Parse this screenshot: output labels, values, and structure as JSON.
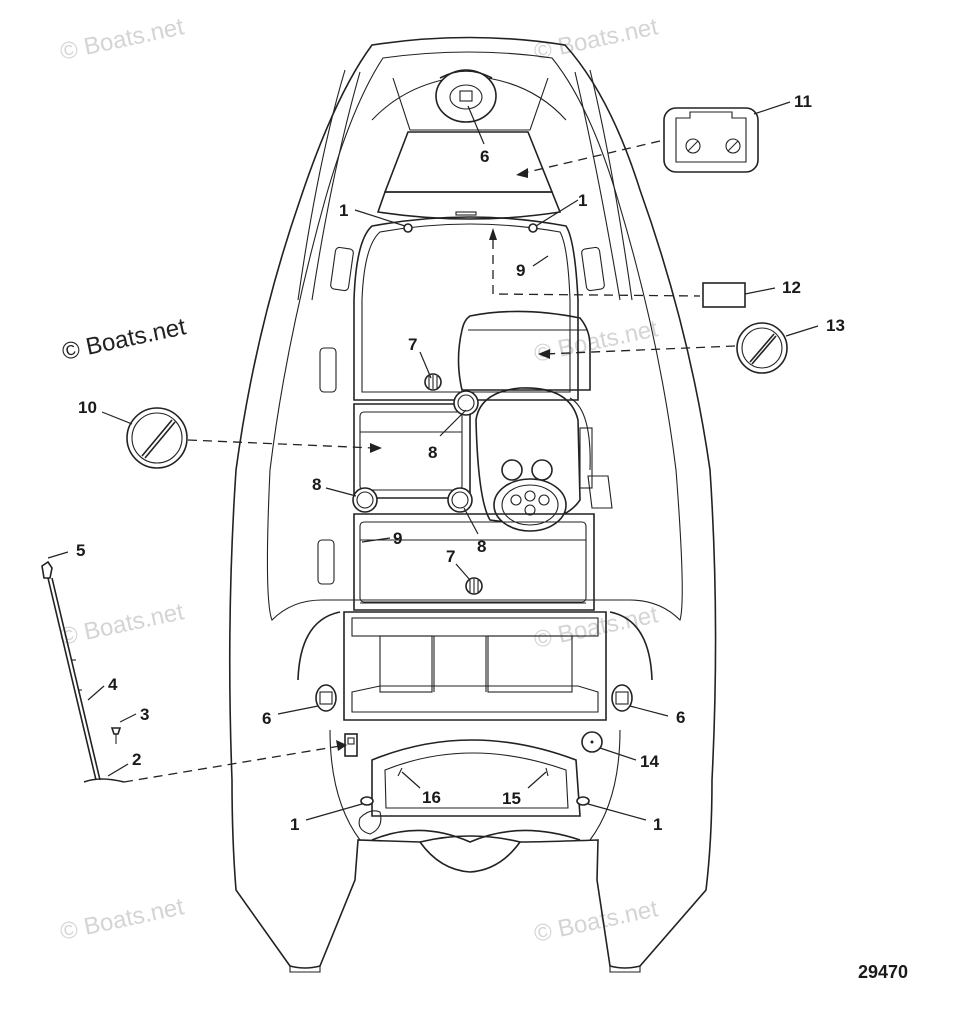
{
  "watermarks": {
    "text": "© Boats.net",
    "prominent_text": "© Boats.net"
  },
  "figure_number": "29470",
  "callouts": [
    {
      "id": "c6-top",
      "label": "6"
    },
    {
      "id": "c11",
      "label": "11"
    },
    {
      "id": "c1-left",
      "label": "1"
    },
    {
      "id": "c1-right",
      "label": "1"
    },
    {
      "id": "c9-top",
      "label": "9"
    },
    {
      "id": "c12",
      "label": "12"
    },
    {
      "id": "c13",
      "label": "13"
    },
    {
      "id": "c7-top",
      "label": "7"
    },
    {
      "id": "c10",
      "label": "10"
    },
    {
      "id": "c8-mid",
      "label": "8"
    },
    {
      "id": "c8-left",
      "label": "8"
    },
    {
      "id": "c8-low",
      "label": "8"
    },
    {
      "id": "c9-low",
      "label": "9"
    },
    {
      "id": "c5",
      "label": "5"
    },
    {
      "id": "c7-low",
      "label": "7"
    },
    {
      "id": "c4",
      "label": "4"
    },
    {
      "id": "c3",
      "label": "3"
    },
    {
      "id": "c6-left",
      "label": "6"
    },
    {
      "id": "c6-right",
      "label": "6"
    },
    {
      "id": "c2",
      "label": "2"
    },
    {
      "id": "c14",
      "label": "14"
    },
    {
      "id": "c16",
      "label": "16"
    },
    {
      "id": "c15",
      "label": "15"
    },
    {
      "id": "c1-bl",
      "label": "1"
    },
    {
      "id": "c1-br",
      "label": "1"
    }
  ]
}
